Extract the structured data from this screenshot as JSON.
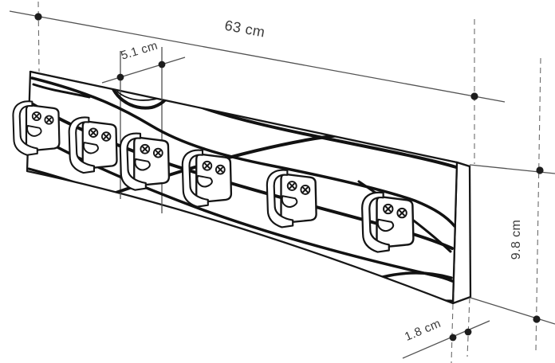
{
  "drawing": {
    "subject": "wall coat rack",
    "hook_count": 6,
    "labels": {
      "width": "63 cm",
      "hook_spacing": "5.1 cm",
      "height": "9.8 cm",
      "depth": "1.8 cm"
    },
    "colors": {
      "background": "#ffffff",
      "outline": "#171717",
      "dimension_line": "#525252",
      "label_text": "#3a3a3a"
    }
  }
}
